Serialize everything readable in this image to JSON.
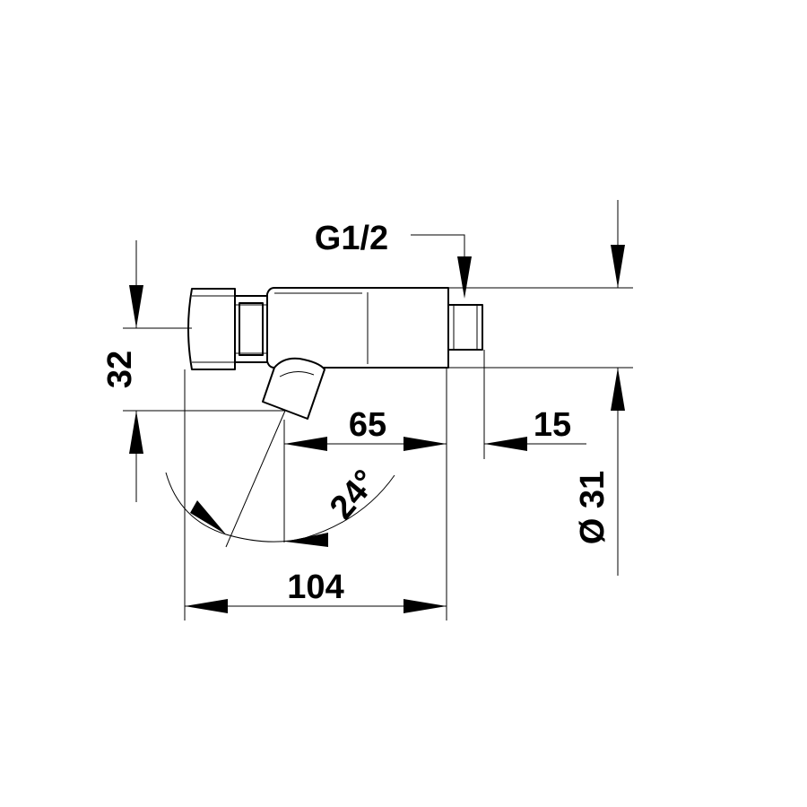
{
  "drawing": {
    "labels": {
      "thread": "G1/2",
      "height": "32",
      "body_length": "65",
      "thread_length": "15",
      "total_length": "104",
      "angle": "24°",
      "diameter": "Ø 31"
    },
    "colors": {
      "line": "#000000",
      "background": "#ffffff"
    }
  }
}
